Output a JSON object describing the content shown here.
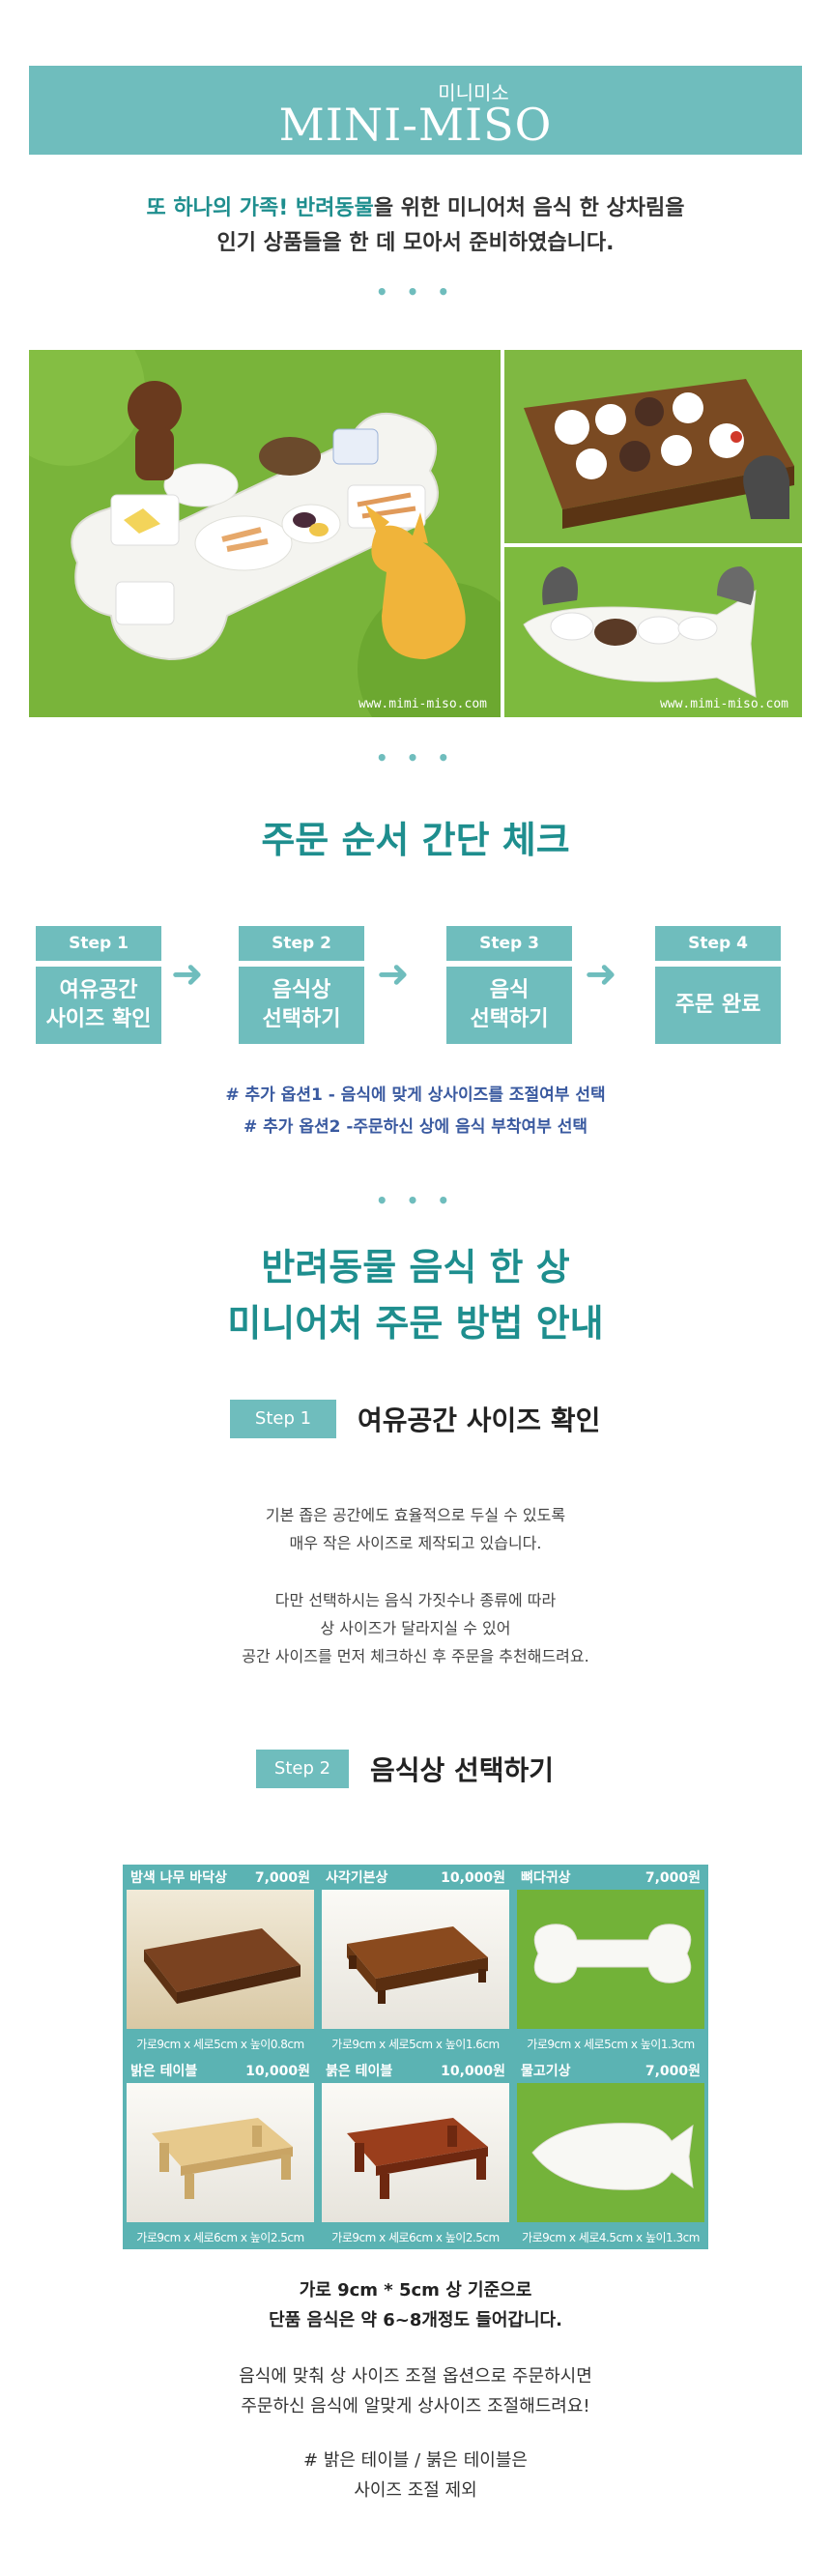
{
  "banner": {
    "subtitle": "미니미소",
    "title": "MINI-MISO"
  },
  "intro": {
    "line1_a": "또 하나의 가족! 반려동물",
    "line1_b": "을 위한 미니어처 음식 한 상차림을",
    "line2": "인기 상품들을 한 데 모아서 준비하였습니다."
  },
  "dots": "• • •",
  "photos": {
    "watermark_1": "www.mimi-miso.com",
    "watermark_2": "www.mimi-miso.com"
  },
  "order_check": {
    "title": "주문 순서 간단 체크",
    "steps": [
      {
        "tag": "Step 1",
        "label": "여유공간\n사이즈 확인"
      },
      {
        "tag": "Step 2",
        "label": "음식상\n선택하기"
      },
      {
        "tag": "Step 3",
        "label": "음식\n선택하기"
      },
      {
        "tag": "Step 4",
        "label": "주문 완료"
      }
    ],
    "arrow": "➜",
    "option1": "# 추가 옵션1 - 음식에 맞게 상사이즈를 조절여부 선택",
    "option2": "# 추가 옵션2 -주문하신 상에 음식 부착여부 선택"
  },
  "guide": {
    "title_line1": "반려동물 음식 한 상",
    "title_line2": "미니어처 주문 방법 안내"
  },
  "step1": {
    "tag": "Step 1",
    "label": "여유공간 사이즈 확인",
    "p1": "기본 좁은 공간에도 효율적으로 두실 수 있도록",
    "p2": "매우 작은 사이즈로 제작되고 있습니다.",
    "p3": "다만 선택하시는 음식 가짓수나 종류에 따라",
    "p4": "상 사이즈가 달라지실 수 있어",
    "p5": "공간 사이즈를 먼저 체크하신 후 주문을 추천해드려요."
  },
  "step2": {
    "tag": "Step 2",
    "label": "음식상 선택하기",
    "tables": [
      {
        "name": "밤색 나무 바닥상",
        "price": "7,000원",
        "dims": "가로9cm x 세로5cm x 높이0.8cm"
      },
      {
        "name": "사각기본상",
        "price": "10,000원",
        "dims": "가로9cm x 세로5cm x 높이1.6cm"
      },
      {
        "name": "뼈다귀상",
        "price": "7,000원",
        "dims": "가로9cm x 세로5cm x 높이1.3cm"
      },
      {
        "name": "밝은 테이블",
        "price": "10,000원",
        "dims": "가로9cm x 세로6cm x 높이2.5cm"
      },
      {
        "name": "붉은 테이블",
        "price": "10,000원",
        "dims": "가로9cm x 세로6cm x 높이2.5cm"
      },
      {
        "name": "물고기상",
        "price": "7,000원",
        "dims": "가로9cm x 세로4.5cm x 높이1.3cm"
      }
    ],
    "note1": "가로 9cm * 5cm  상 기준으로",
    "note2": "단품 음식은 약 6~8개정도 들어갑니다.",
    "note3": "음식에 맞춰 상 사이즈 조절 옵션으로 주문하시면",
    "note4": "주문하신 음식에 알맞게 상사이즈 조절해드려요!",
    "note5": "# 밝은 테이블 / 붉은 테이블은",
    "note6": "사이즈 조절 제외"
  }
}
